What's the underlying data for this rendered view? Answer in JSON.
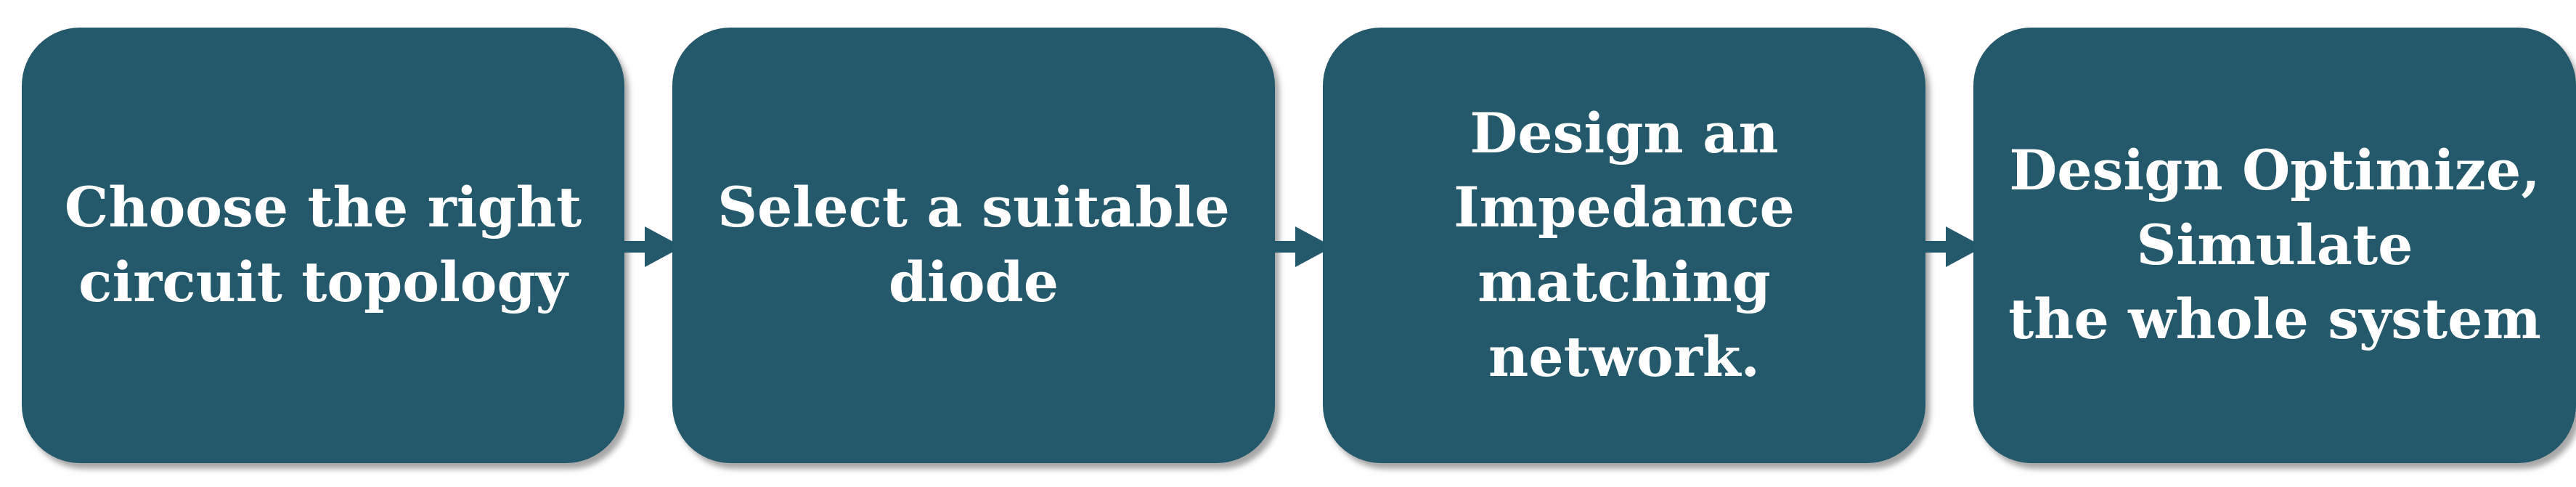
{
  "steps": [
    {
      "label": "Choose the right\ncircuit topology"
    },
    {
      "label": "Select a suitable\ndiode"
    },
    {
      "label": "Design  an\nImpedance\nmatching network."
    },
    {
      "label": "Design Optimize,\nSimulate\n the whole system"
    }
  ],
  "colors": {
    "box": "#23596a",
    "text": "#ffffff",
    "arrow": "#23596a"
  }
}
